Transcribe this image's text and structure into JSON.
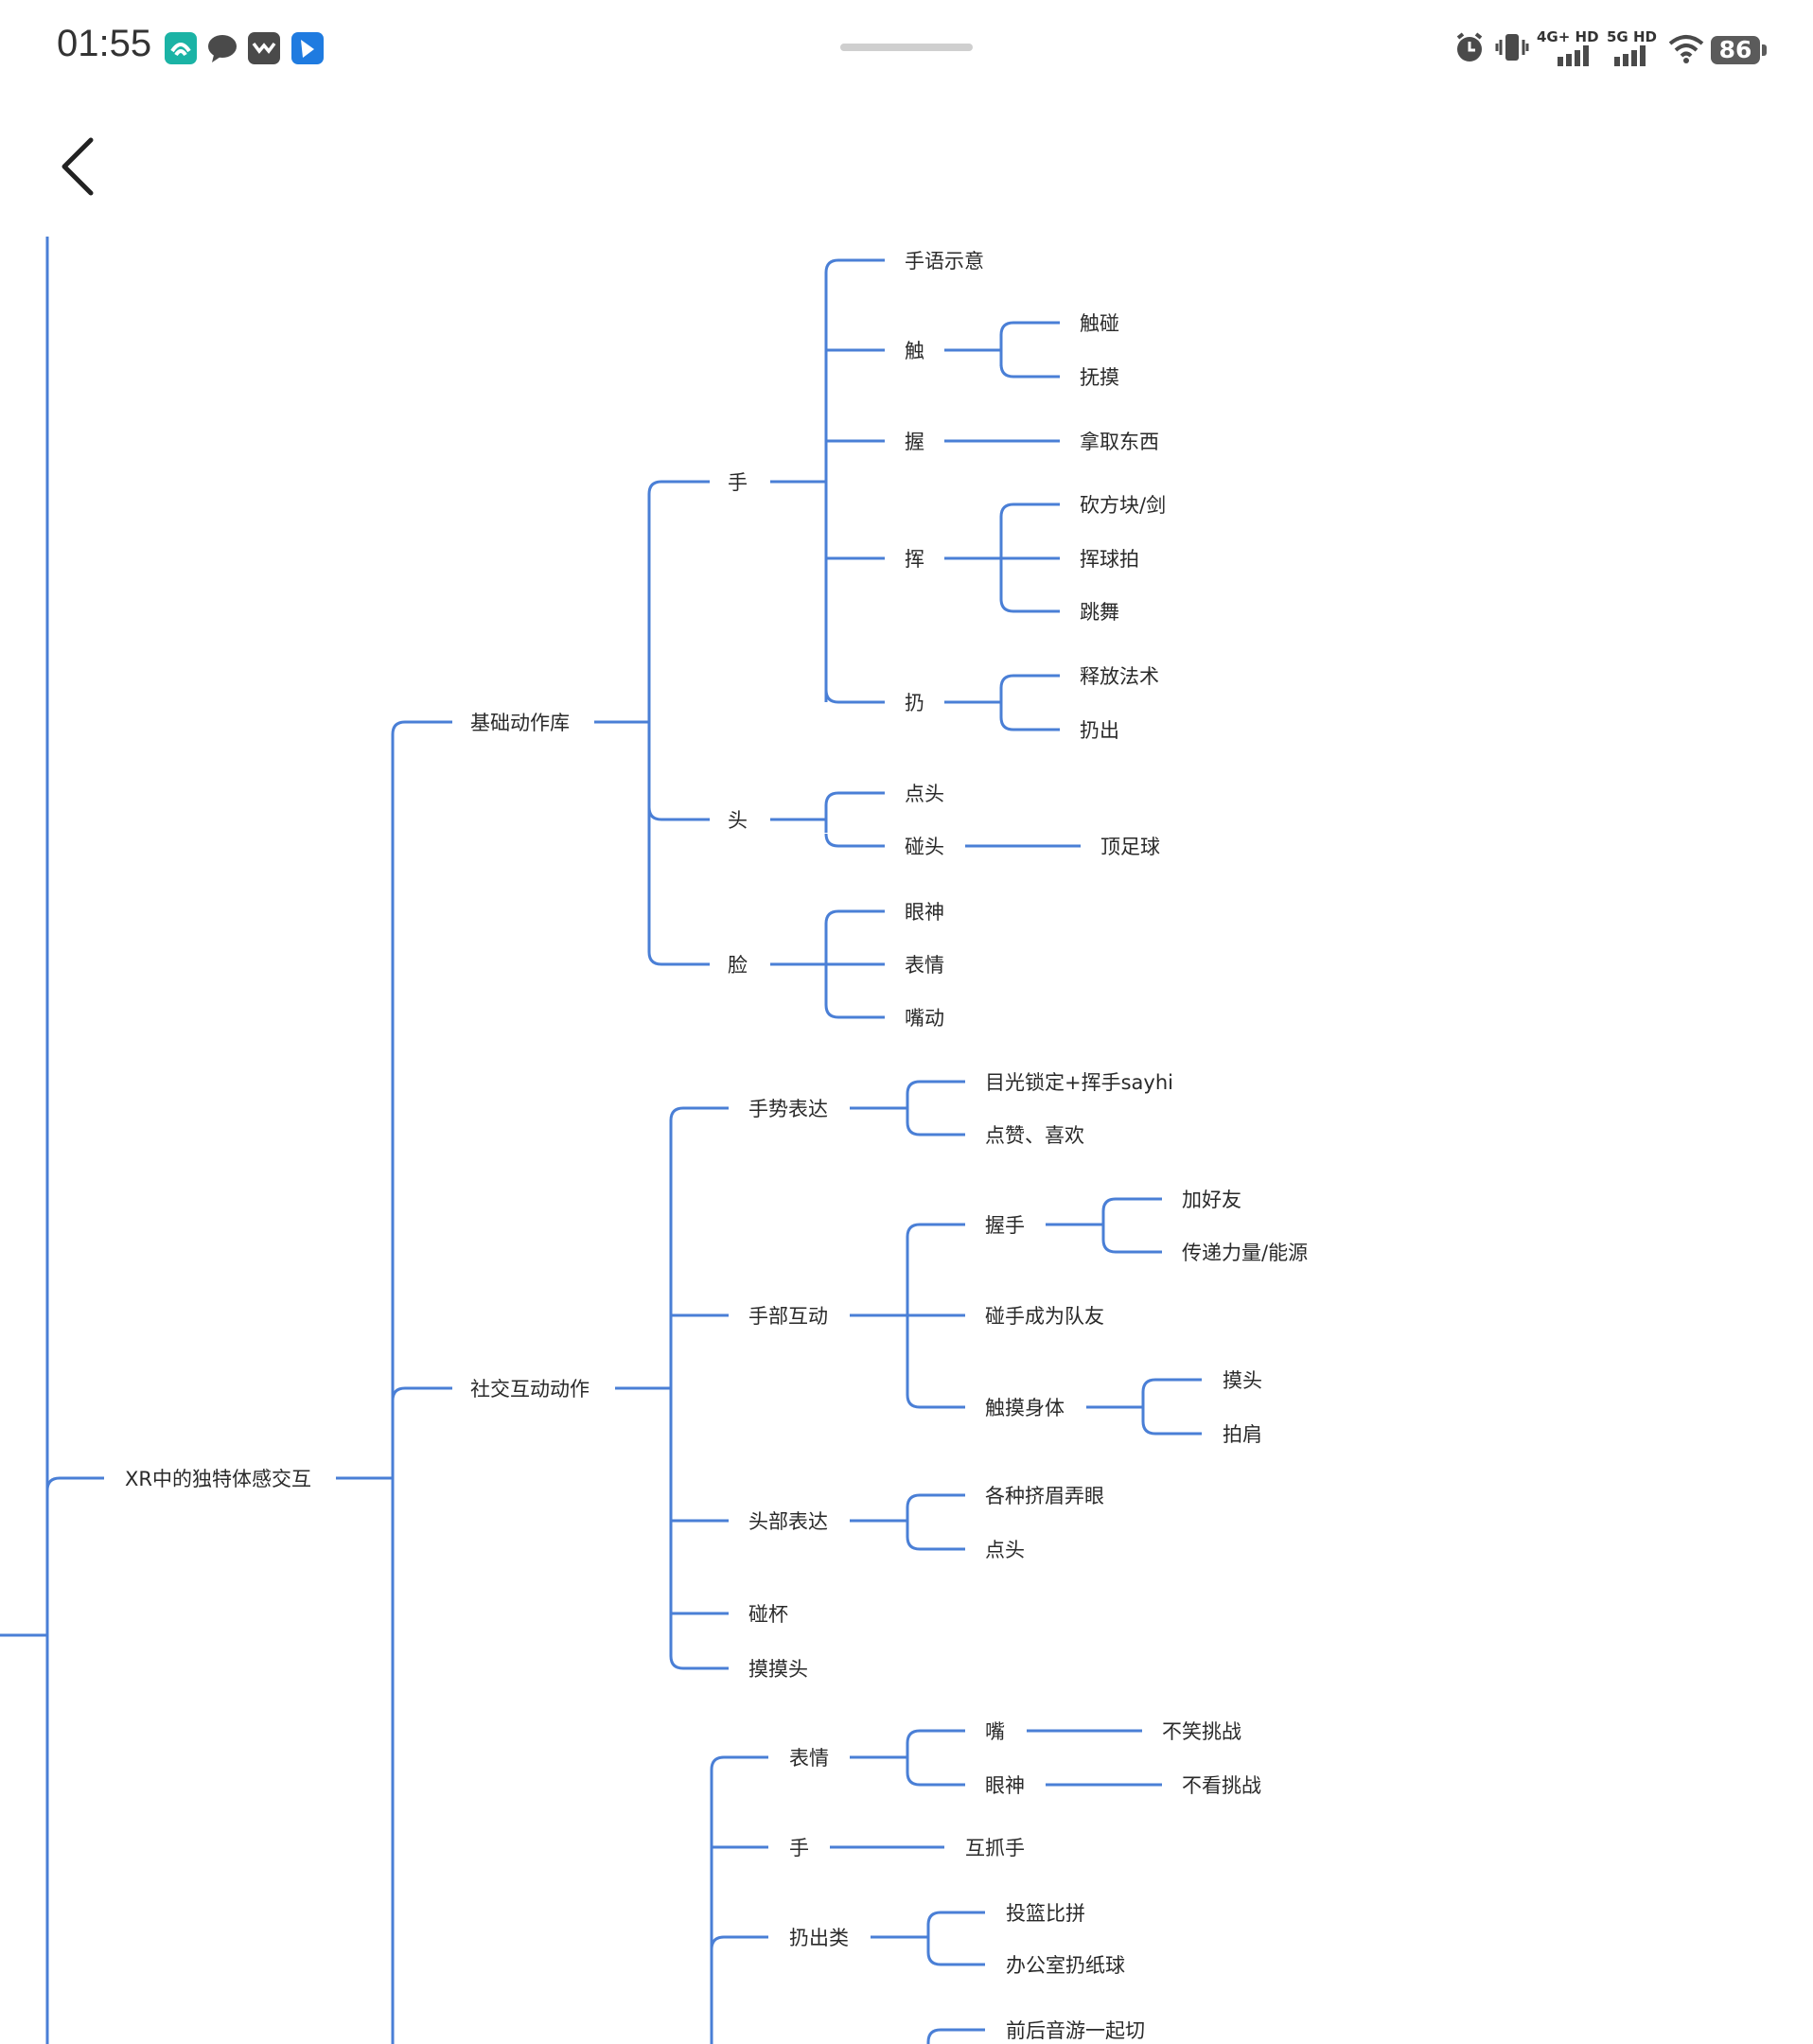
{
  "status_bar": {
    "time": "01:55",
    "app_icons": [
      "connect-app-icon",
      "chat-bubble-icon",
      "mail-app-icon",
      "feishu-app-icon"
    ],
    "indicators": [
      "alarm-icon",
      "vibrate-icon",
      "signal-4g-icon",
      "signal-5g-icon",
      "wifi-icon"
    ],
    "network_1": "4G+ HD",
    "network_2": "5G HD",
    "battery": "86"
  },
  "nav": {
    "back_icon": "chevron-left-icon"
  },
  "colors": {
    "line": "#4a7fd6",
    "text": "#2a2a2a",
    "background": "#ffffff"
  },
  "mindmap": {
    "root": "XR中的独特体感交互",
    "nodes": [
      "基础动作库",
      "手",
      "手语示意",
      "触",
      "触碰",
      "抚摸",
      "握",
      "拿取东西",
      "挥",
      "砍方块/剑",
      "挥球拍",
      "跳舞",
      "扔",
      "释放法术",
      "扔出",
      "头",
      "点头",
      "碰头",
      "顶足球",
      "脸",
      "眼神",
      "表情",
      "嘴动",
      "社交互动动作",
      "手势表达",
      "目光锁定+挥手sayhi",
      "点赞、喜欢",
      "手部互动",
      "握手",
      "加好友",
      "传递力量/能源",
      "碰手成为队友",
      "触摸身体",
      "摸头",
      "拍肩",
      "头部表达",
      "各种挤眉弄眼",
      "点头",
      "碰杯",
      "摸摸头",
      "表情",
      "嘴",
      "不笑挑战",
      "眼神",
      "不看挑战",
      "手",
      "互抓手",
      "扔出类",
      "投篮比拼",
      "办公室扔纸球",
      "前后音游一起切"
    ]
  }
}
